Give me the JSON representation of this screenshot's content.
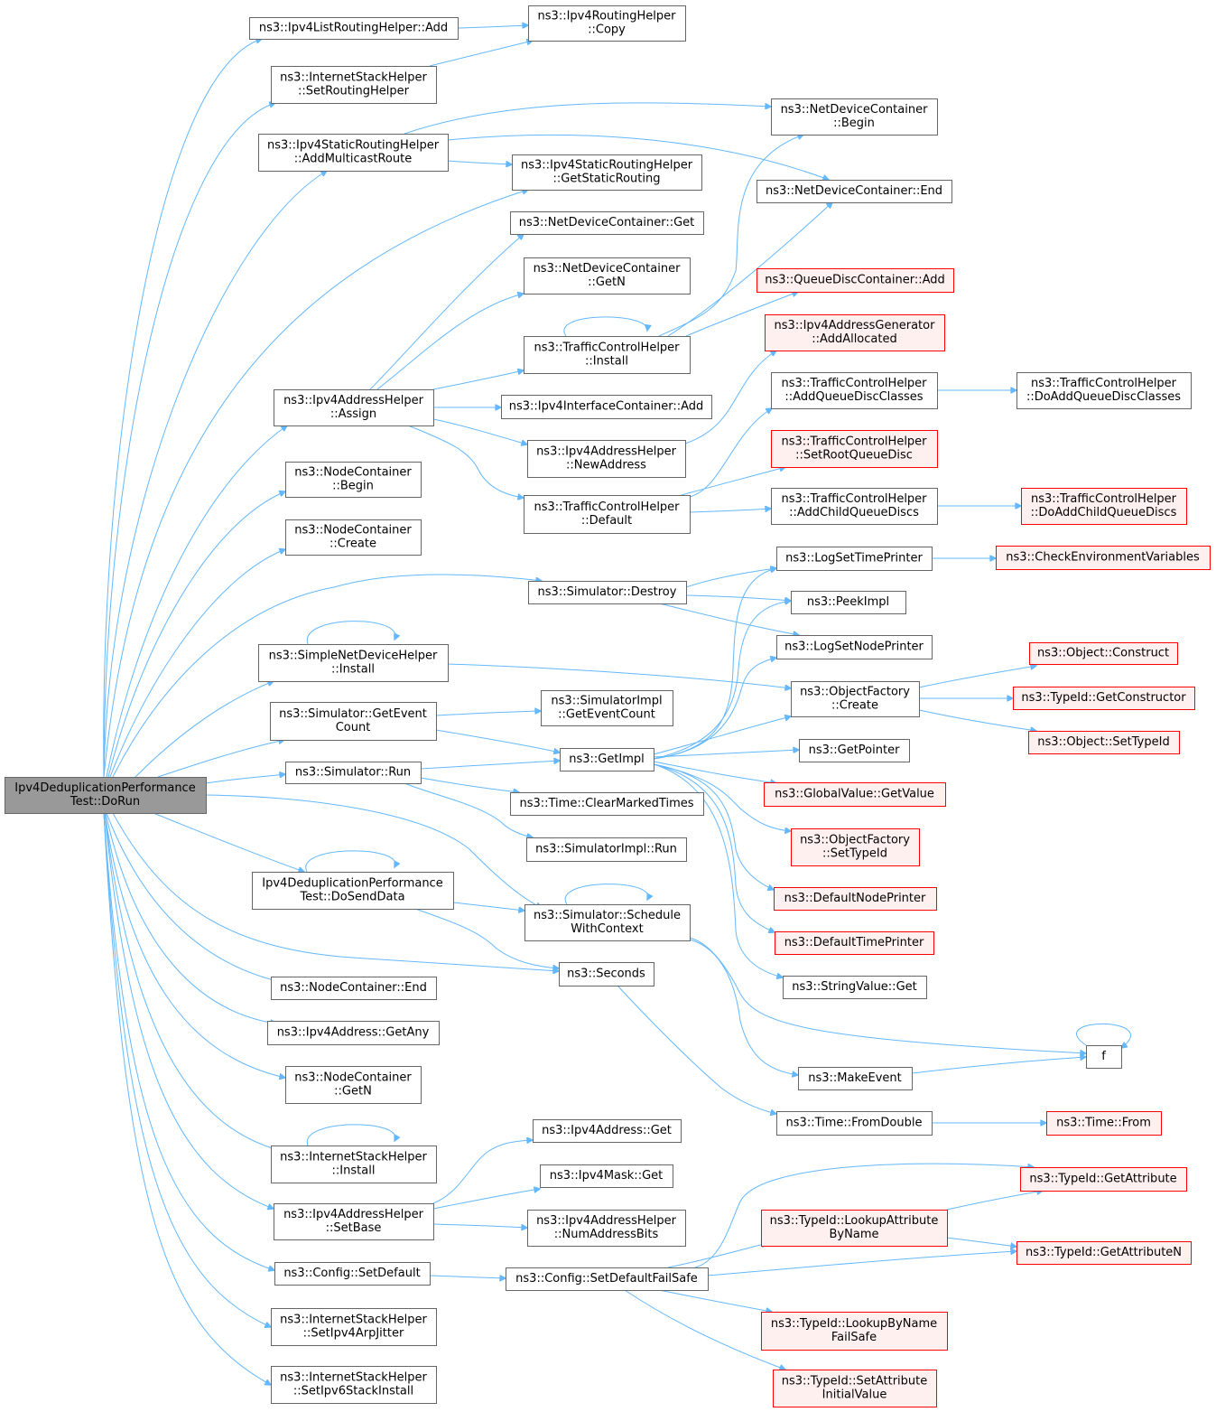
{
  "graph": {
    "root": "root",
    "colors": {
      "edge": "#63b8ff",
      "root_fill": "#999999",
      "root_stroke": "#666666",
      "normal_fill": "#ffffff",
      "normal_stroke": "#666666",
      "truncated_fill": "#fff0f0",
      "truncated_stroke": "#ff0000"
    },
    "nodes": [
      {
        "id": "root",
        "lines": [
          "Ipv4DeduplicationPerformance",
          "Test::DoRun"
        ],
        "style": "root"
      },
      {
        "id": "lrh_add",
        "lines": [
          "ns3::Ipv4ListRoutingHelper::Add"
        ],
        "style": "normal"
      },
      {
        "id": "rh_copy",
        "lines": [
          "ns3::Ipv4RoutingHelper",
          "::Copy"
        ],
        "style": "normal"
      },
      {
        "id": "ish_setrh",
        "lines": [
          "ns3::InternetStackHelper",
          "::SetRoutingHelper"
        ],
        "style": "normal"
      },
      {
        "id": "ndc_begin",
        "lines": [
          "ns3::NetDeviceContainer",
          "::Begin"
        ],
        "style": "normal"
      },
      {
        "id": "srh_amr",
        "lines": [
          "ns3::Ipv4StaticRoutingHelper",
          "::AddMulticastRoute"
        ],
        "style": "normal"
      },
      {
        "id": "srh_gsr",
        "lines": [
          "ns3::Ipv4StaticRoutingHelper",
          "::GetStaticRouting"
        ],
        "style": "normal"
      },
      {
        "id": "ndc_end",
        "lines": [
          "ns3::NetDeviceContainer::End"
        ],
        "style": "normal"
      },
      {
        "id": "ndc_get",
        "lines": [
          "ns3::NetDeviceContainer::Get"
        ],
        "style": "normal"
      },
      {
        "id": "ndc_getn",
        "lines": [
          "ns3::NetDeviceContainer",
          "::GetN"
        ],
        "style": "normal"
      },
      {
        "id": "qdc_add",
        "lines": [
          "ns3::QueueDiscContainer::Add"
        ],
        "style": "truncated"
      },
      {
        "id": "iag_alloc",
        "lines": [
          "ns3::Ipv4AddressGenerator",
          "::AddAllocated"
        ],
        "style": "truncated"
      },
      {
        "id": "tch_install",
        "lines": [
          "ns3::TrafficControlHelper",
          "::Install"
        ],
        "style": "normal"
      },
      {
        "id": "tch_aqdc",
        "lines": [
          "ns3::TrafficControlHelper",
          "::AddQueueDiscClasses"
        ],
        "style": "normal"
      },
      {
        "id": "tch_doaqdc",
        "lines": [
          "ns3::TrafficControlHelper",
          "::DoAddQueueDiscClasses"
        ],
        "style": "normal"
      },
      {
        "id": "iah_assign",
        "lines": [
          "ns3::Ipv4AddressHelper",
          "::Assign"
        ],
        "style": "normal"
      },
      {
        "id": "iic_add",
        "lines": [
          "ns3::Ipv4InterfaceContainer::Add"
        ],
        "style": "normal"
      },
      {
        "id": "iah_newaddr",
        "lines": [
          "ns3::Ipv4AddressHelper",
          "::NewAddress"
        ],
        "style": "normal"
      },
      {
        "id": "tch_srqd",
        "lines": [
          "ns3::TrafficControlHelper",
          "::SetRootQueueDisc"
        ],
        "style": "truncated"
      },
      {
        "id": "nc_begin",
        "lines": [
          "ns3::NodeContainer",
          "::Begin"
        ],
        "style": "normal"
      },
      {
        "id": "tch_default",
        "lines": [
          "ns3::TrafficControlHelper",
          "::Default"
        ],
        "style": "normal"
      },
      {
        "id": "tch_acqd",
        "lines": [
          "ns3::TrafficControlHelper",
          "::AddChildQueueDiscs"
        ],
        "style": "normal"
      },
      {
        "id": "tch_doacqd",
        "lines": [
          "ns3::TrafficControlHelper",
          "::DoAddChildQueueDiscs"
        ],
        "style": "truncated"
      },
      {
        "id": "nc_create",
        "lines": [
          "ns3::NodeContainer",
          "::Create"
        ],
        "style": "normal"
      },
      {
        "id": "log_stp",
        "lines": [
          "ns3::LogSetTimePrinter"
        ],
        "style": "normal"
      },
      {
        "id": "check_env",
        "lines": [
          "ns3::CheckEnvironmentVariables"
        ],
        "style": "truncated"
      },
      {
        "id": "sim_destroy",
        "lines": [
          "ns3::Simulator::Destroy"
        ],
        "style": "normal"
      },
      {
        "id": "peekimpl",
        "lines": [
          "ns3::PeekImpl"
        ],
        "style": "normal"
      },
      {
        "id": "log_snp",
        "lines": [
          "ns3::LogSetNodePrinter"
        ],
        "style": "normal"
      },
      {
        "id": "obj_construct",
        "lines": [
          "ns3::Object::Construct"
        ],
        "style": "truncated"
      },
      {
        "id": "sndh_install",
        "lines": [
          "ns3::SimpleNetDeviceHelper",
          "::Install"
        ],
        "style": "normal"
      },
      {
        "id": "of_create",
        "lines": [
          "ns3::ObjectFactory",
          "::Create"
        ],
        "style": "normal"
      },
      {
        "id": "tid_getctor",
        "lines": [
          "ns3::TypeId::GetConstructor"
        ],
        "style": "truncated"
      },
      {
        "id": "sim_gec",
        "lines": [
          "ns3::Simulator::GetEvent",
          "Count"
        ],
        "style": "normal"
      },
      {
        "id": "simimpl_gec",
        "lines": [
          "ns3::SimulatorImpl",
          "::GetEventCount"
        ],
        "style": "normal"
      },
      {
        "id": "obj_settid",
        "lines": [
          "ns3::Object::SetTypeId"
        ],
        "style": "truncated"
      },
      {
        "id": "getpointer",
        "lines": [
          "ns3::GetPointer"
        ],
        "style": "normal"
      },
      {
        "id": "getimpl",
        "lines": [
          "ns3::GetImpl"
        ],
        "style": "normal"
      },
      {
        "id": "sim_run",
        "lines": [
          "ns3::Simulator::Run"
        ],
        "style": "normal"
      },
      {
        "id": "gv_getvalue",
        "lines": [
          "ns3::GlobalValue::GetValue"
        ],
        "style": "truncated"
      },
      {
        "id": "time_cmt",
        "lines": [
          "ns3::Time::ClearMarkedTimes"
        ],
        "style": "normal"
      },
      {
        "id": "of_settid",
        "lines": [
          "ns3::ObjectFactory",
          "::SetTypeId"
        ],
        "style": "truncated"
      },
      {
        "id": "simimpl_run",
        "lines": [
          "ns3::SimulatorImpl::Run"
        ],
        "style": "normal"
      },
      {
        "id": "dosenddata",
        "lines": [
          "Ipv4DeduplicationPerformance",
          "Test::DoSendData"
        ],
        "style": "normal"
      },
      {
        "id": "default_np",
        "lines": [
          "ns3::DefaultNodePrinter"
        ],
        "style": "truncated"
      },
      {
        "id": "sim_swc",
        "lines": [
          "ns3::Simulator::Schedule",
          "WithContext"
        ],
        "style": "normal"
      },
      {
        "id": "default_tp",
        "lines": [
          "ns3::DefaultTimePrinter"
        ],
        "style": "truncated"
      },
      {
        "id": "seconds",
        "lines": [
          "ns3::Seconds"
        ],
        "style": "normal"
      },
      {
        "id": "nc_end",
        "lines": [
          "ns3::NodeContainer::End"
        ],
        "style": "normal"
      },
      {
        "id": "sv_get",
        "lines": [
          "ns3::StringValue::Get"
        ],
        "style": "normal"
      },
      {
        "id": "ipa_getany",
        "lines": [
          "ns3::Ipv4Address::GetAny"
        ],
        "style": "normal"
      },
      {
        "id": "f",
        "lines": [
          "f"
        ],
        "style": "normal"
      },
      {
        "id": "makeevent",
        "lines": [
          "ns3::MakeEvent"
        ],
        "style": "normal"
      },
      {
        "id": "nc_getn",
        "lines": [
          "ns3::NodeContainer",
          "::GetN"
        ],
        "style": "normal"
      },
      {
        "id": "time_fromdouble",
        "lines": [
          "ns3::Time::FromDouble"
        ],
        "style": "normal"
      },
      {
        "id": "time_from",
        "lines": [
          "ns3::Time::From"
        ],
        "style": "truncated"
      },
      {
        "id": "ipa_get",
        "lines": [
          "ns3::Ipv4Address::Get"
        ],
        "style": "normal"
      },
      {
        "id": "ish_install",
        "lines": [
          "ns3::InternetStackHelper",
          "::Install"
        ],
        "style": "normal"
      },
      {
        "id": "ipm_get",
        "lines": [
          "ns3::Ipv4Mask::Get"
        ],
        "style": "normal"
      },
      {
        "id": "tid_getattr",
        "lines": [
          "ns3::TypeId::GetAttribute"
        ],
        "style": "truncated"
      },
      {
        "id": "iah_setbase",
        "lines": [
          "ns3::Ipv4AddressHelper",
          "::SetBase"
        ],
        "style": "normal"
      },
      {
        "id": "iah_nab",
        "lines": [
          "ns3::Ipv4AddressHelper",
          "::NumAddressBits"
        ],
        "style": "normal"
      },
      {
        "id": "tid_lan",
        "lines": [
          "ns3::TypeId::LookupAttribute",
          "ByName"
        ],
        "style": "truncated"
      },
      {
        "id": "tid_getattrn",
        "lines": [
          "ns3::TypeId::GetAttributeN"
        ],
        "style": "truncated"
      },
      {
        "id": "cfg_setdefault",
        "lines": [
          "ns3::Config::SetDefault"
        ],
        "style": "normal"
      },
      {
        "id": "cfg_sdfs",
        "lines": [
          "ns3::Config::SetDefaultFailSafe"
        ],
        "style": "normal"
      },
      {
        "id": "ish_setarp",
        "lines": [
          "ns3::InternetStackHelper",
          "::SetIpv4ArpJitter"
        ],
        "style": "normal"
      },
      {
        "id": "tid_lbnfs",
        "lines": [
          "ns3::TypeId::LookupByName",
          "FailSafe"
        ],
        "style": "truncated"
      },
      {
        "id": "ish_setv6",
        "lines": [
          "ns3::InternetStackHelper",
          "::SetIpv6StackInstall"
        ],
        "style": "normal"
      },
      {
        "id": "tid_saiv",
        "lines": [
          "ns3::TypeId::SetAttribute",
          "InitialValue"
        ],
        "style": "truncated"
      }
    ],
    "edges": [
      [
        "root",
        "lrh_add"
      ],
      [
        "root",
        "ish_setrh"
      ],
      [
        "root",
        "srh_amr"
      ],
      [
        "root",
        "srh_gsr"
      ],
      [
        "root",
        "iah_assign"
      ],
      [
        "root",
        "nc_begin"
      ],
      [
        "root",
        "nc_create"
      ],
      [
        "root",
        "sim_destroy"
      ],
      [
        "root",
        "sndh_install"
      ],
      [
        "root",
        "sim_gec"
      ],
      [
        "root",
        "sim_run"
      ],
      [
        "root",
        "dosenddata"
      ],
      [
        "root",
        "sim_swc"
      ],
      [
        "root",
        "seconds"
      ],
      [
        "root",
        "nc_end"
      ],
      [
        "root",
        "ipa_getany"
      ],
      [
        "root",
        "nc_getn"
      ],
      [
        "root",
        "ish_install"
      ],
      [
        "root",
        "iah_setbase"
      ],
      [
        "root",
        "cfg_setdefault"
      ],
      [
        "root",
        "ish_setarp"
      ],
      [
        "root",
        "ish_setv6"
      ],
      [
        "lrh_add",
        "rh_copy"
      ],
      [
        "ish_setrh",
        "rh_copy"
      ],
      [
        "srh_amr",
        "ndc_begin"
      ],
      [
        "srh_amr",
        "srh_gsr"
      ],
      [
        "srh_amr",
        "ndc_end"
      ],
      [
        "iah_assign",
        "ndc_get"
      ],
      [
        "iah_assign",
        "ndc_getn"
      ],
      [
        "iah_assign",
        "tch_install"
      ],
      [
        "iah_assign",
        "iic_add"
      ],
      [
        "iah_assign",
        "iah_newaddr"
      ],
      [
        "iah_assign",
        "tch_default"
      ],
      [
        "tch_install",
        "tch_install"
      ],
      [
        "tch_install",
        "ndc_begin"
      ],
      [
        "tch_install",
        "ndc_end"
      ],
      [
        "tch_install",
        "qdc_add"
      ],
      [
        "iah_newaddr",
        "iag_alloc"
      ],
      [
        "tch_default",
        "tch_aqdc"
      ],
      [
        "tch_default",
        "tch_srqd"
      ],
      [
        "tch_default",
        "tch_acqd"
      ],
      [
        "tch_aqdc",
        "tch_doaqdc"
      ],
      [
        "tch_acqd",
        "tch_doacqd"
      ],
      [
        "sim_destroy",
        "log_stp"
      ],
      [
        "sim_destroy",
        "peekimpl"
      ],
      [
        "sim_destroy",
        "log_snp"
      ],
      [
        "log_stp",
        "check_env"
      ],
      [
        "sndh_install",
        "sndh_install"
      ],
      [
        "sndh_install",
        "of_create"
      ],
      [
        "of_create",
        "obj_construct"
      ],
      [
        "of_create",
        "tid_getctor"
      ],
      [
        "of_create",
        "obj_settid"
      ],
      [
        "sim_gec",
        "simimpl_gec"
      ],
      [
        "sim_gec",
        "getimpl"
      ],
      [
        "sim_run",
        "getimpl"
      ],
      [
        "sim_run",
        "time_cmt"
      ],
      [
        "sim_run",
        "simimpl_run"
      ],
      [
        "getimpl",
        "log_stp"
      ],
      [
        "getimpl",
        "peekimpl"
      ],
      [
        "getimpl",
        "log_snp"
      ],
      [
        "getimpl",
        "of_create"
      ],
      [
        "getimpl",
        "getpointer"
      ],
      [
        "getimpl",
        "gv_getvalue"
      ],
      [
        "getimpl",
        "of_settid"
      ],
      [
        "getimpl",
        "default_np"
      ],
      [
        "getimpl",
        "default_tp"
      ],
      [
        "getimpl",
        "sv_get"
      ],
      [
        "dosenddata",
        "dosenddata"
      ],
      [
        "dosenddata",
        "sim_swc"
      ],
      [
        "dosenddata",
        "seconds"
      ],
      [
        "sim_swc",
        "sim_swc"
      ],
      [
        "sim_swc",
        "f"
      ],
      [
        "sim_swc",
        "makeevent"
      ],
      [
        "makeevent",
        "f"
      ],
      [
        "f",
        "f"
      ],
      [
        "seconds",
        "time_fromdouble"
      ],
      [
        "time_fromdouble",
        "time_from"
      ],
      [
        "ish_install",
        "ish_install"
      ],
      [
        "iah_setbase",
        "ipa_get"
      ],
      [
        "iah_setbase",
        "ipm_get"
      ],
      [
        "iah_setbase",
        "iah_nab"
      ],
      [
        "cfg_setdefault",
        "cfg_sdfs"
      ],
      [
        "cfg_sdfs",
        "tid_getattr"
      ],
      [
        "cfg_sdfs",
        "tid_lan"
      ],
      [
        "cfg_sdfs",
        "tid_getattrn"
      ],
      [
        "cfg_sdfs",
        "tid_lbnfs"
      ],
      [
        "cfg_sdfs",
        "tid_saiv"
      ],
      [
        "tid_lan",
        "tid_getattr"
      ],
      [
        "tid_lan",
        "tid_getattrn"
      ]
    ]
  }
}
